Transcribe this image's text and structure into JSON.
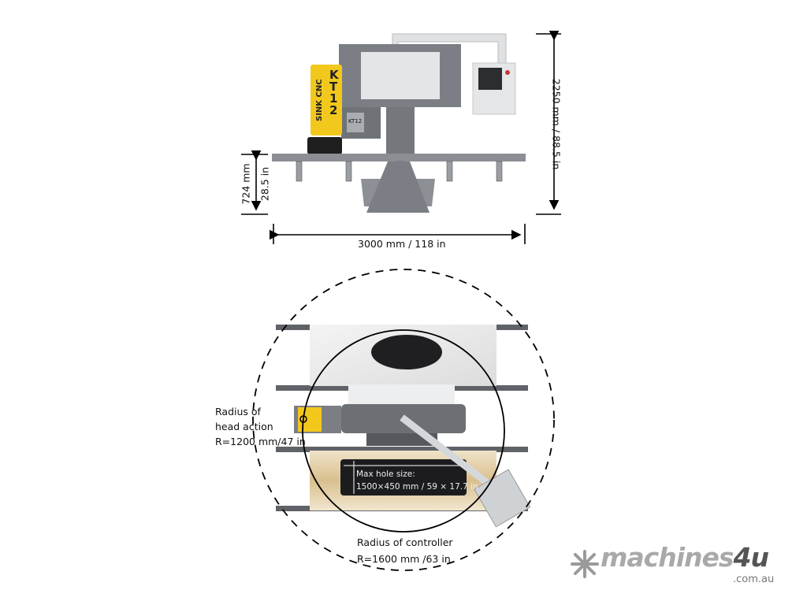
{
  "front_view": {
    "head_label": "SINK CNC",
    "head_model": "KT12",
    "plate_label": "KT12",
    "dim_height": "2250 mm / 88.5 in",
    "dim_table_mm": "724 mm",
    "dim_table_in": "28.5 in",
    "dim_width": "3000 mm / 118 in"
  },
  "top_view": {
    "head_radius_line1": "Radius of",
    "head_radius_line2": "head action",
    "head_radius_line3": "R=1200 mm/47 in",
    "hole_line1": "Max hole size:",
    "hole_line2": "1500×450 mm / 59 × 17.7 in",
    "controller_radius_line1": "Radius of controller",
    "controller_radius_line2": "R=1600 mm /63 in"
  },
  "logo": {
    "name_a": "machines",
    "name_b": "4u",
    "domain": ".com.au"
  },
  "colors": {
    "steel": "#7b7f85",
    "yellow": "#f2c81d",
    "panel": "#e4e6e8"
  }
}
